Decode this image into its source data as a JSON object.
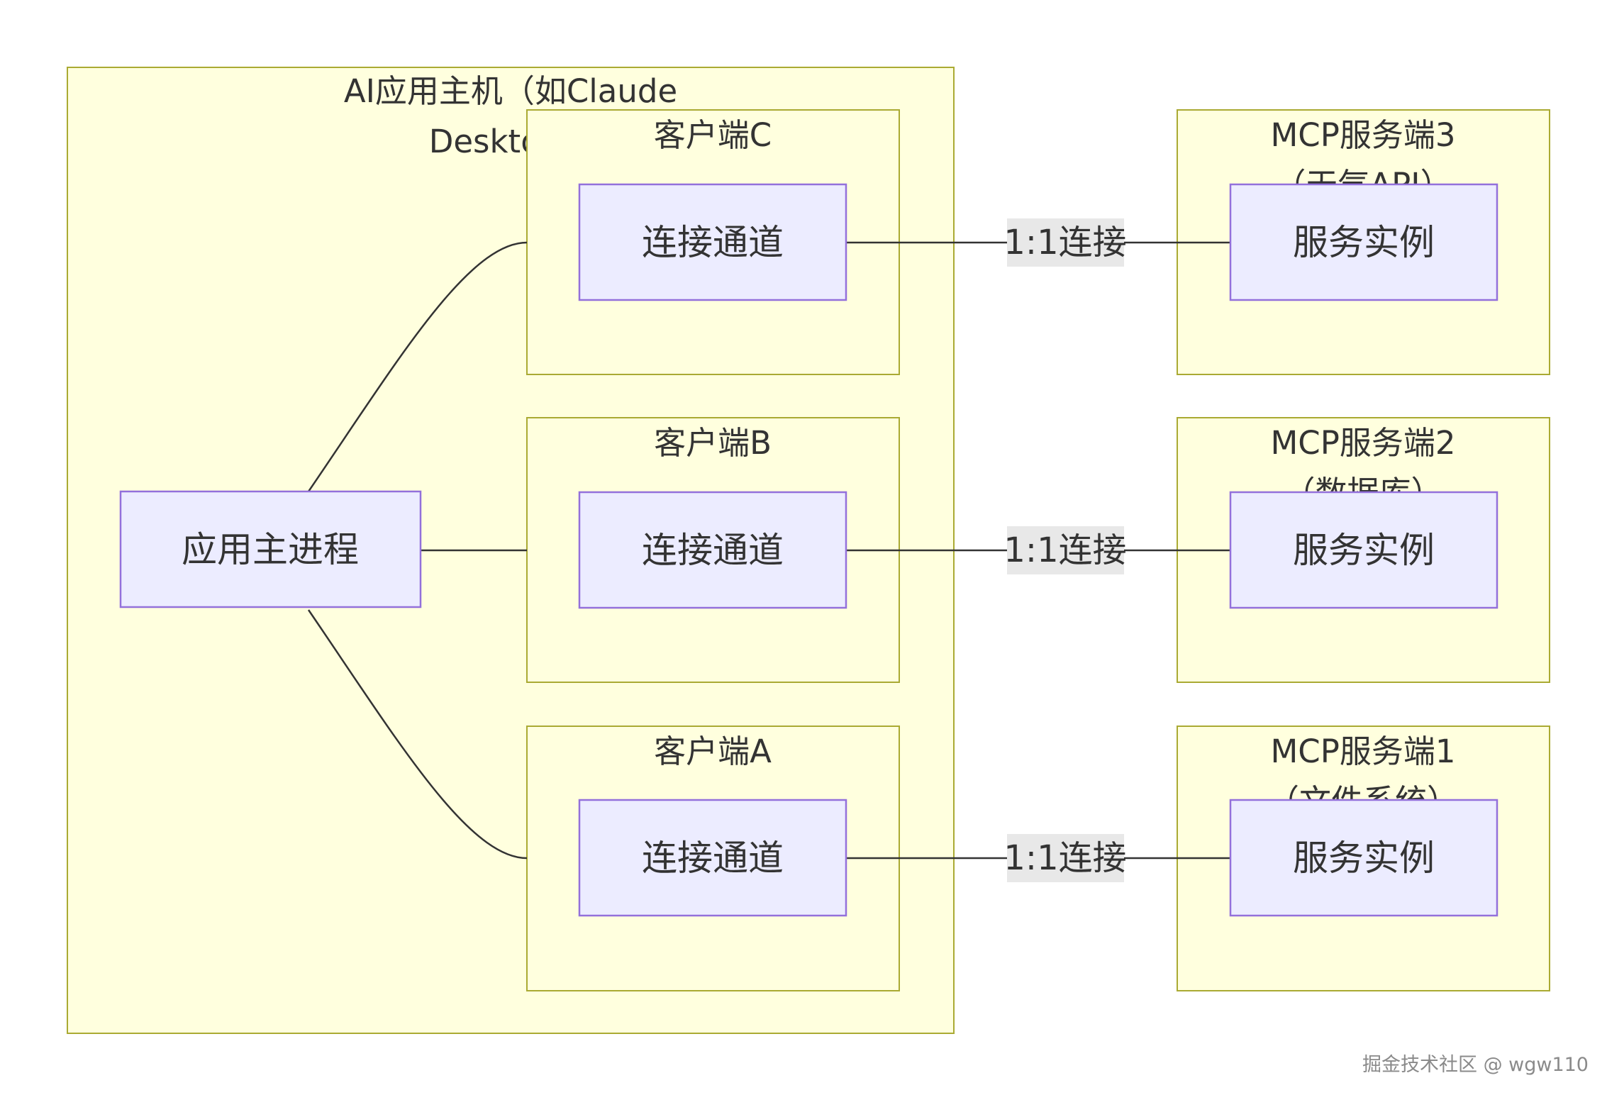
{
  "colors": {
    "cluster_fill": "#ffffde",
    "cluster_stroke": "#aaaa33",
    "node_fill": "#ececff",
    "node_stroke": "#9370db",
    "edge_stroke": "#333333",
    "edge_label_bg": "#e8e8e8"
  },
  "host": {
    "title_line1": "AI应用主机（如Claude",
    "title_line2": "Desktop）",
    "main_process": "应用主进程"
  },
  "clients": [
    {
      "title": "客户端C",
      "channel": "连接通道"
    },
    {
      "title": "客户端B",
      "channel": "连接通道"
    },
    {
      "title": "客户端A",
      "channel": "连接通道"
    }
  ],
  "servers": [
    {
      "title_line1": "MCP服务端3",
      "title_line2": "（天气API）",
      "instance": "服务实例"
    },
    {
      "title_line1": "MCP服务端2",
      "title_line2": "（数据库）",
      "instance": "服务实例"
    },
    {
      "title_line1": "MCP服务端1",
      "title_line2": "（文件系统）",
      "instance": "服务实例"
    }
  ],
  "edge_label": "1:1连接",
  "watermark": "掘金技术社区 @ wgw110"
}
